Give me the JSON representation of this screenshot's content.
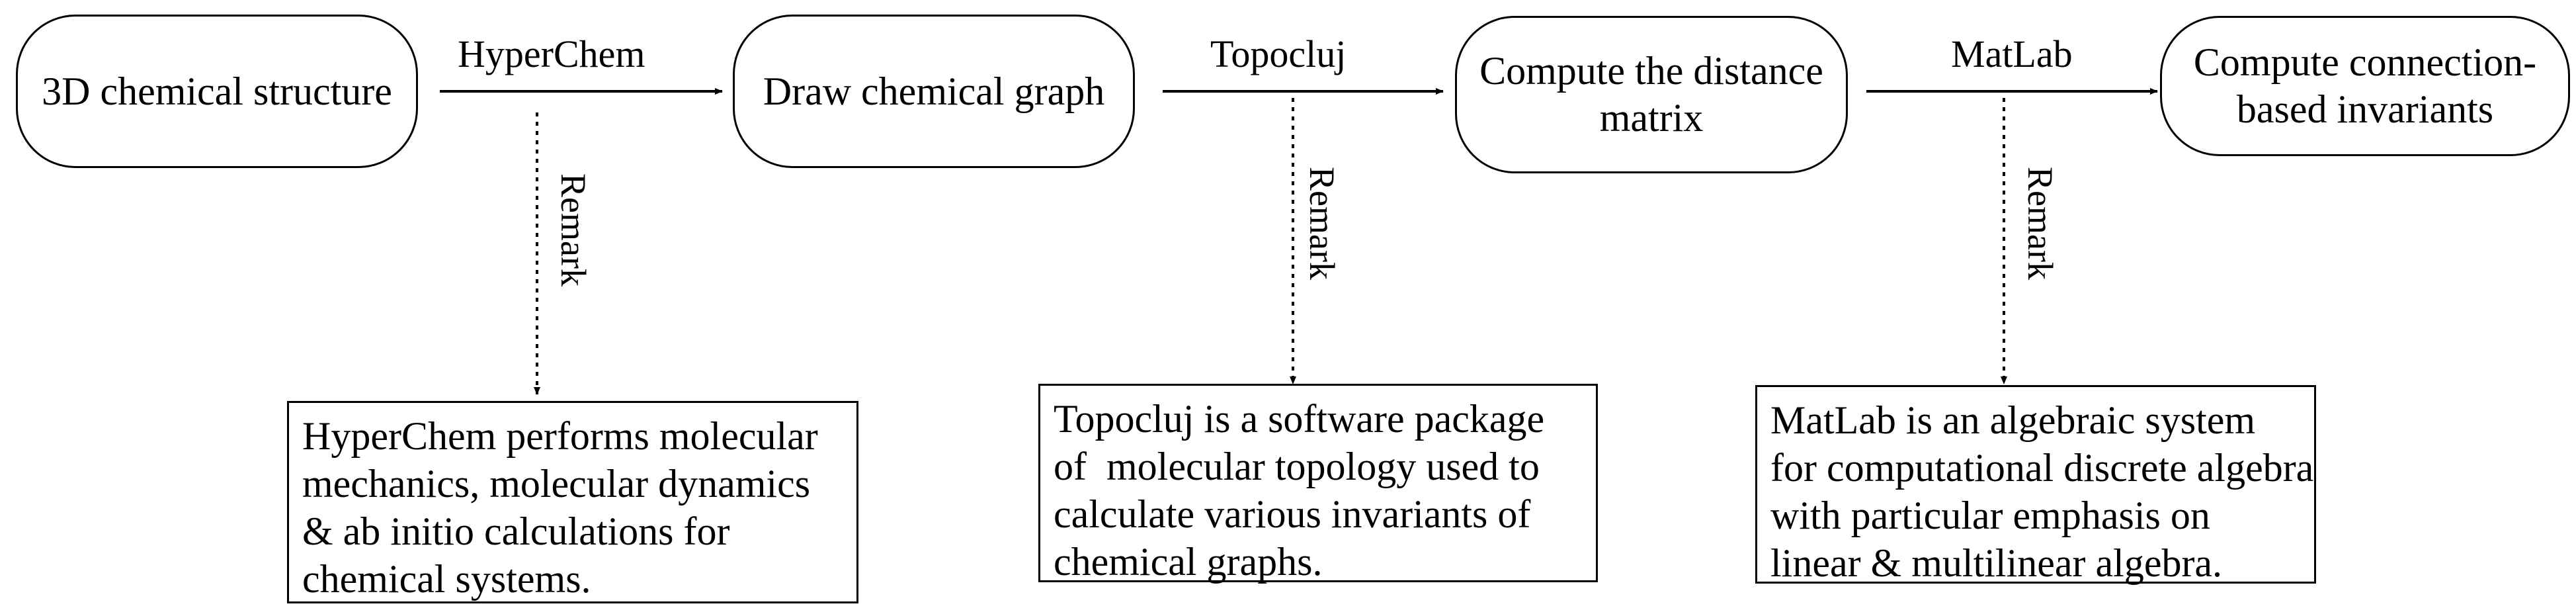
{
  "steps": [
    {
      "label": "3D chemical structure"
    },
    {
      "label": "Draw chemical graph"
    },
    {
      "label_lines": [
        "Compute the distance",
        "matrix"
      ]
    },
    {
      "label_lines": [
        "Compute connection-",
        "based invariants"
      ]
    }
  ],
  "tools": [
    "HyperChem",
    "Topocluj",
    "MatLab"
  ],
  "remark_label": "Remark",
  "notes": [
    {
      "lines": [
        "HyperChem performs molecular",
        "mechanics, molecular dynamics",
        "& ab initio calculations for",
        "chemical systems."
      ]
    },
    {
      "lines": [
        "Topocluj is a software package",
        "of  molecular topology used to",
        "calculate various invariants of",
        "chemical graphs."
      ]
    },
    {
      "lines": [
        "MatLab is an algebraic system",
        "for computational discrete algebra",
        "with particular emphasis on",
        "linear & multilinear algebra."
      ]
    }
  ]
}
